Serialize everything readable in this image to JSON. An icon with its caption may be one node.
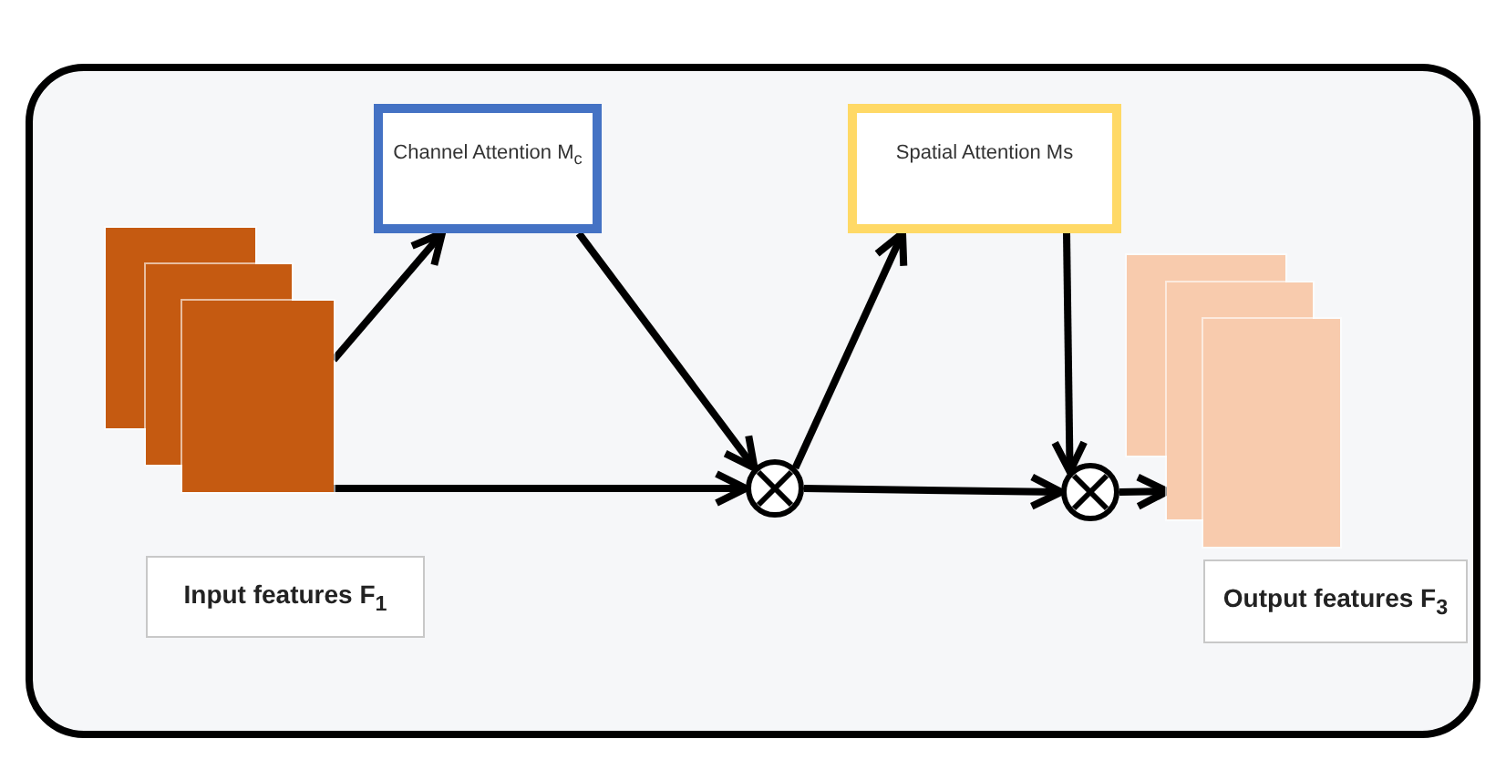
{
  "diagram": {
    "nodes": [
      {
        "text": [],
        "shape": "box"
      },
      {
        "text": [
          "Input features F$_{1}$"
        ]
      },
      {
        "text": [
          "Channel Attention M$_{c}$"
        ]
      },
      {
        "text": [],
        "shape": "circle"
      },
      {
        "text": [
          "Spatial Attention Ms"
        ]
      },
      {
        "text": [],
        "shape": "circle"
      },
      {
        "text": [],
        "shape": "box"
      },
      {
        "text": [
          "Output features F$_{3}$"
        ]
      }
    ],
    "edges": [
      {
        "from": 0,
        "to": 2,
        "arrow": "to"
      },
      {
        "from": 2,
        "to": 3,
        "arrow": "to"
      },
      {
        "from": 0,
        "to": 3,
        "arrow": "to"
      },
      {
        "from": 3,
        "to": 4,
        "arrow": "to"
      },
      {
        "from": 4,
        "to": 5,
        "arrow": "to"
      },
      {
        "from": 3,
        "to": 5,
        "arrow": "to"
      },
      {
        "from": 5,
        "to": 6,
        "arrow": "to"
      }
    ]
  }
}
